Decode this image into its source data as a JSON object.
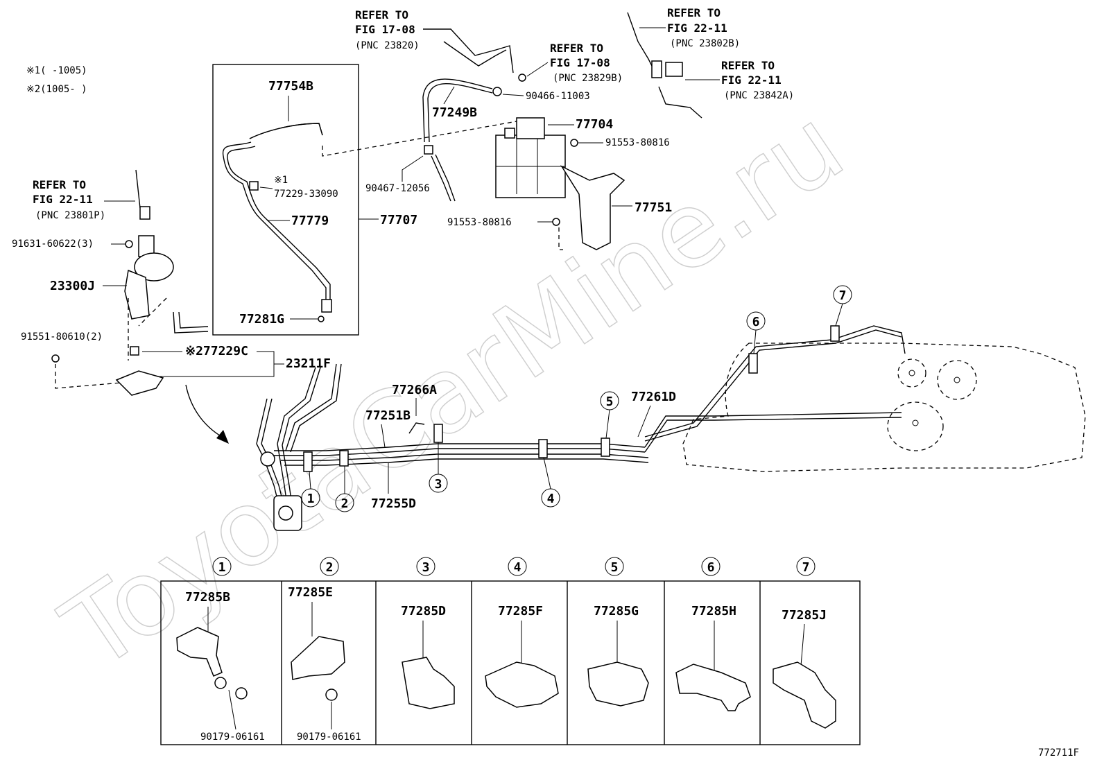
{
  "notes": {
    "note1": "※1(    -1005)",
    "note2": "※2(1005-    )"
  },
  "refers": [
    {
      "line1": "REFER TO",
      "line2": "FIG 17-08",
      "line3": "(PNC 23820)"
    },
    {
      "line1": "REFER TO",
      "line2": "FIG 17-08",
      "line3": "(PNC 23829B)"
    },
    {
      "line1": "REFER TO",
      "line2": "FIG 22-11",
      "line3": "(PNC 23802B)"
    },
    {
      "line1": "REFER TO",
      "line2": "FIG 22-11",
      "line3": "(PNC 23842A)"
    },
    {
      "line1": "REFER TO",
      "line2": "FIG 22-11",
      "line3": "(PNC 23801P)"
    }
  ],
  "parts": {
    "p77754B": "77754B",
    "p77249B": "77249B",
    "p90466": "90466-11003",
    "p77704": "77704",
    "p91553a": "91553-80816",
    "p90467": "90467-12056",
    "p77229_33090_mark": "※1",
    "p77229_33090": "77229-33090",
    "p77779": "77779",
    "p77707": "77707",
    "p77751": "77751",
    "p91553b": "91553-80816",
    "p91631": "91631-60622(3)",
    "p23300J": "23300J",
    "p77281G": "77281G",
    "p91551": "91551-80610(2)",
    "p77229C": "※277229C",
    "p23211F": "23211F",
    "p77266A": "77266A",
    "p77251B": "77251B",
    "p77255D": "77255D",
    "p77261D": "77261D"
  },
  "callouts": [
    "1",
    "2",
    "3",
    "4",
    "5",
    "6",
    "7"
  ],
  "clamps": [
    {
      "num": "1",
      "part": "77285B",
      "nut": "90179-06161"
    },
    {
      "num": "2",
      "part": "77285E",
      "nut": "90179-06161"
    },
    {
      "num": "3",
      "part": "77285D",
      "nut": ""
    },
    {
      "num": "4",
      "part": "77285F",
      "nut": ""
    },
    {
      "num": "5",
      "part": "77285G",
      "nut": ""
    },
    {
      "num": "6",
      "part": "77285H",
      "nut": ""
    },
    {
      "num": "7",
      "part": "77285J",
      "nut": ""
    }
  ],
  "figure_code": "772711F",
  "watermark": "ToyotaCarMine.ru"
}
